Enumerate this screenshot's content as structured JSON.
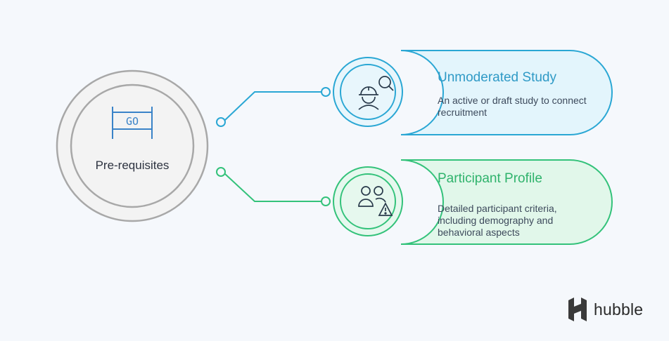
{
  "center": {
    "label": "Pre-requisites",
    "sign_text": "GO",
    "icon": "start-line-go-sign-icon"
  },
  "items": [
    {
      "title": "Unmoderated Study",
      "description": "An active or draft study to connect recruitment",
      "icon": "researcher-search-icon",
      "color": "#2aa7d4",
      "fill": "#e3f5fc"
    },
    {
      "title": "Participant Profile",
      "description": "Detailed participant criteria, including demography and behavioral aspects",
      "icon": "users-warning-icon",
      "color": "#33c27a",
      "fill": "#e1f7ea"
    }
  ],
  "brand": {
    "name": "hubble",
    "icon": "hubble-logo-icon"
  },
  "colors": {
    "background": "#f5f8fc",
    "center_ring": "#a9a9a9",
    "center_fill": "#f2f2f2"
  }
}
